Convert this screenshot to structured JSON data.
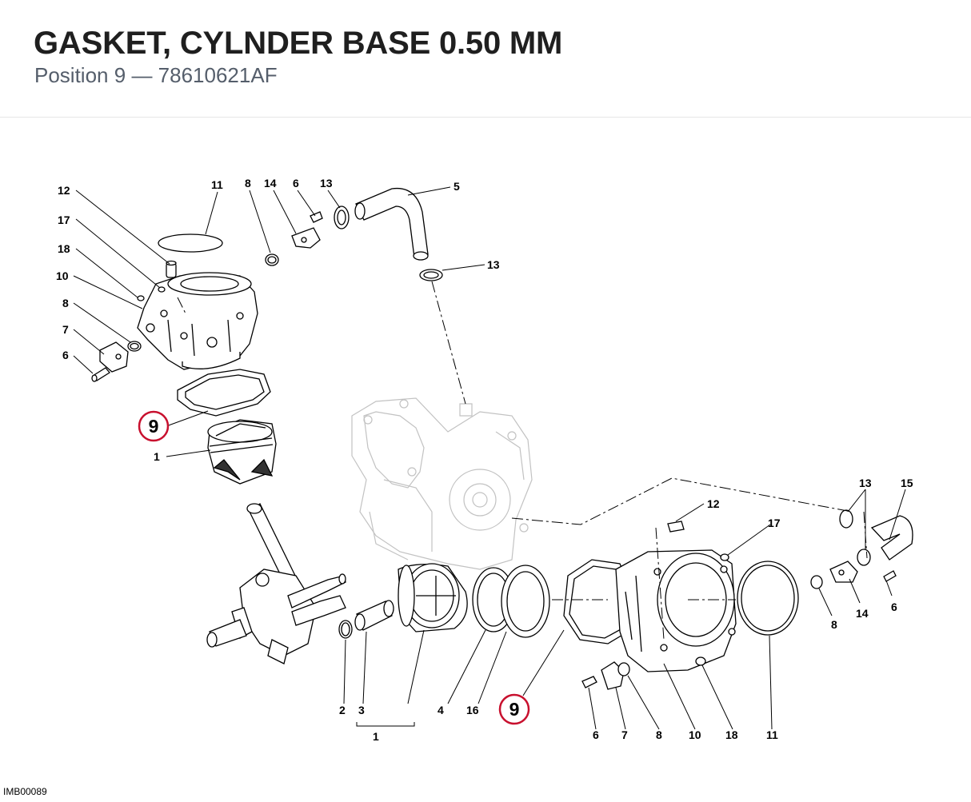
{
  "header": {
    "title": "GASKET, CYLNDER BASE 0.50 MM",
    "position_label": "Position",
    "position_number": "9",
    "separator": "—",
    "part_number": "78610621AF"
  },
  "diagram": {
    "image_code": "IMB00089",
    "highlight_color": "#c8102e",
    "highlighted_position": "9",
    "callouts": [
      "12",
      "17",
      "18",
      "10",
      "8",
      "7",
      "6",
      "11",
      "8",
      "14",
      "6",
      "13",
      "5",
      "13",
      "1",
      "12",
      "17",
      "13",
      "15",
      "8",
      "14",
      "6",
      "2",
      "3",
      "1",
      "4",
      "16",
      "6",
      "7",
      "8",
      "10",
      "18",
      "11"
    ]
  }
}
